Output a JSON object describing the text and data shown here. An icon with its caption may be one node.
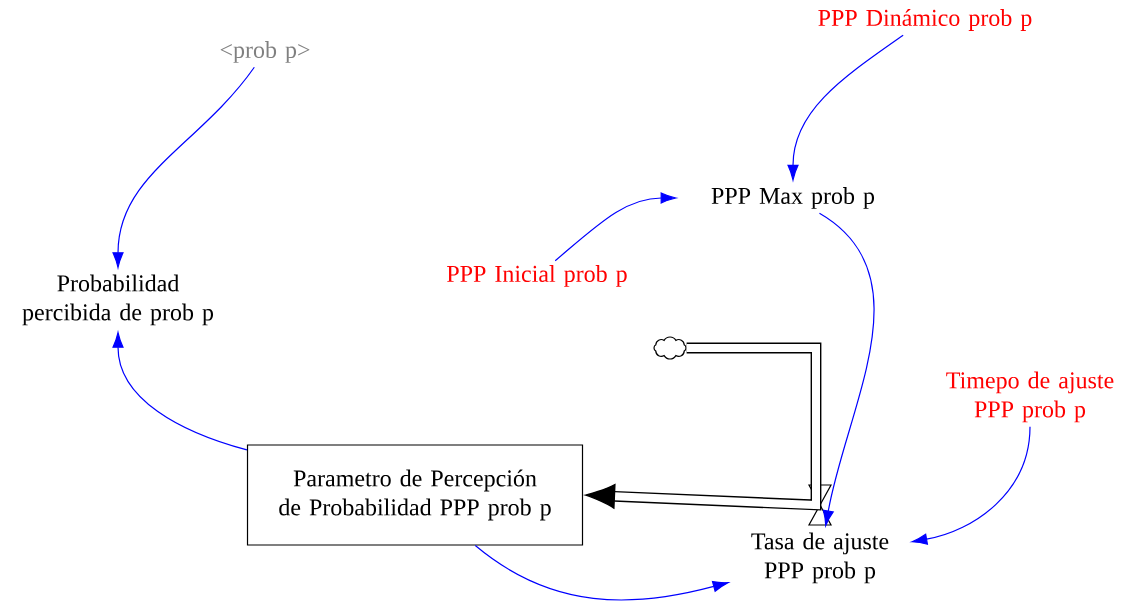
{
  "diagram": {
    "nodes": [
      {
        "text": [
          "<prob p>"
        ]
      },
      {
        "text": [
          "PPP Dinámico prob p"
        ]
      },
      {
        "text": [
          "Probabilidad percibida de prob p"
        ]
      },
      {
        "text": [
          "PPP Max prob p"
        ]
      },
      {
        "text": [
          "PPP Inicial prob p"
        ]
      },
      {
        "text": [],
        "shape": "cloud"
      },
      {
        "text": [
          "Timepo de ajuste PPP prob p"
        ]
      },
      {
        "text": [
          "Parametro de Percepción de Probabilidad PPP prob p"
        ]
      },
      {
        "text": [
          "Tasa de ajuste PPP prob p"
        ]
      }
    ],
    "edges": [
      {
        "from": 0,
        "to": 2,
        "arrow": "to"
      },
      {
        "from": 1,
        "to": 3,
        "arrow": "to"
      },
      {
        "from": 4,
        "to": 3,
        "arrow": "to"
      },
      {
        "from": 3,
        "to": 8,
        "arrow": "to"
      },
      {
        "from": 6,
        "to": 8,
        "arrow": "to"
      },
      {
        "from": 7,
        "to": 2,
        "arrow": "to"
      },
      {
        "from": 7,
        "to": 8,
        "arrow": "to"
      },
      {
        "from": 5,
        "to": 7,
        "arrow": "to",
        "style": "thick",
        "color": "#000000"
      }
    ]
  }
}
